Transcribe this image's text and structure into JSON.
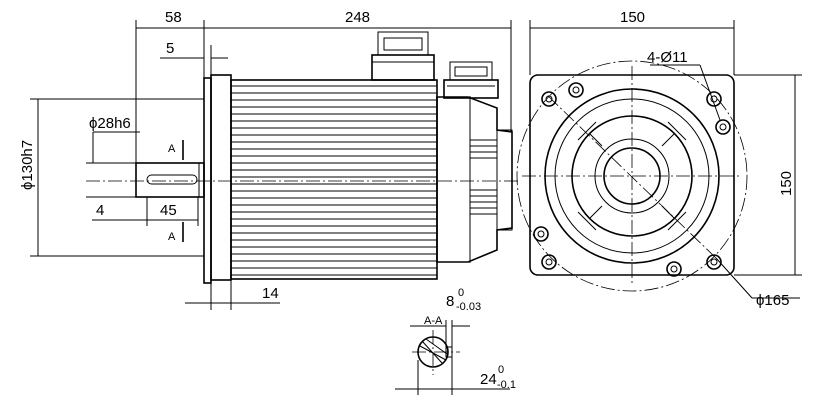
{
  "dimensions": {
    "d58": "58",
    "d248": "248",
    "d150_top": "150",
    "d5": "5",
    "d4_o11": "4-Ø11",
    "d28h6": "ϕ28h6",
    "d130h7": "ϕ130h7",
    "d4": "4",
    "d45": "45",
    "d150_side": "150",
    "d14": "14",
    "d165": "ϕ165",
    "d8": "8",
    "d8_upper": "0",
    "d8_lower": "-0.03",
    "d24": "24",
    "d24_upper": "0",
    "d24_lower": "-0.1"
  },
  "section": {
    "label": "A-A",
    "marker_top": "A",
    "marker_bottom": "A"
  }
}
